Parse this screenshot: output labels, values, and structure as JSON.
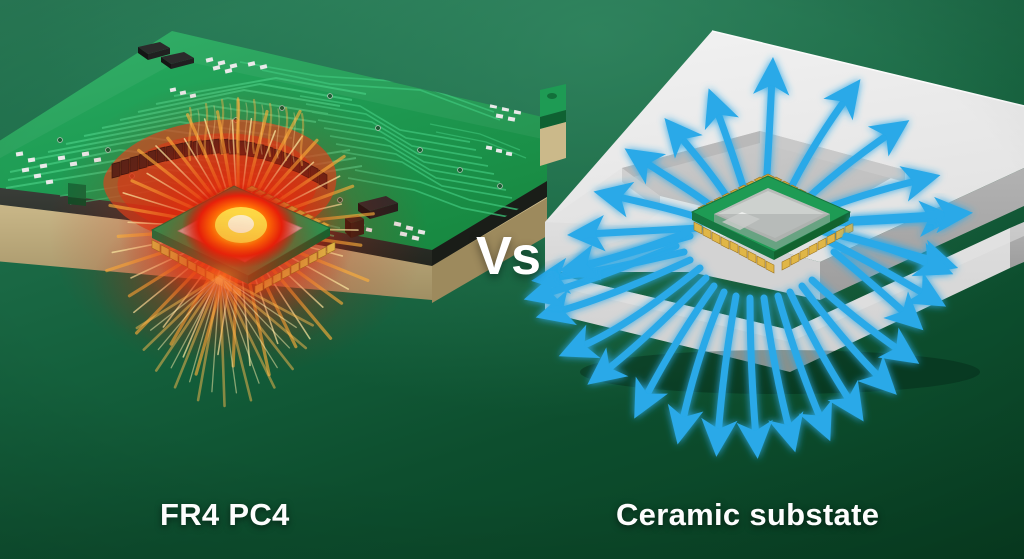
{
  "scene": {
    "title": "FR4 PCB versus ceramic substrate thermal dissipation comparison",
    "background": {
      "top_color": "#2a7d58",
      "bottom_color": "#083f22"
    }
  },
  "labels": {
    "left_caption": "FR4 PC4",
    "right_caption": "Ceramic substate",
    "versus": "Vs",
    "caption_color": "#fdfdfd",
    "versus_color": "#ffffff"
  },
  "left_panel": {
    "name": "fr4-pcb-assembly",
    "board_color": "#1f9e55",
    "board_dark_color": "#0e6e38",
    "trace_color": "#27b465",
    "core_color": "#d8c795",
    "core_shadow_color": "#a08f63",
    "chip": {
      "name": "overheating-chip",
      "pin_color": "#d7a93f",
      "die_color": "#c8cdc6",
      "substrate_color": "#1f9e55"
    },
    "heat_glow": {
      "core_color": "#fff3a0",
      "mid_color": "#ff8a14",
      "outer_color": "#e01b0d",
      "halo_color": "#ff3b16"
    },
    "components": [
      {
        "type": "smd-chip",
        "color": "#1b1b1b"
      },
      {
        "type": "smd-resistor",
        "color": "#e8e8e8"
      },
      {
        "type": "via-pad",
        "color": "#cfcfcf"
      }
    ]
  },
  "right_panel": {
    "name": "ceramic-substrate-assembly",
    "ceramic_top_color": "#ececec",
    "ceramic_front_color": "#d8d8d8",
    "ceramic_side_color": "#a9a9a9",
    "ceramic_recess_color": "#c6c6c6",
    "chip": {
      "name": "cooled-chip",
      "pin_color": "#d7a93f",
      "die_color": "#b9bdba",
      "substrate_color": "#1f9e55"
    },
    "heat_flow_arrows": {
      "name": "heat-dissipation-arrows",
      "color": "#29a9e8",
      "glow_color": "#5ec8f5",
      "count_upper": 16,
      "count_lower": 13,
      "direction": "radial-outward"
    }
  }
}
